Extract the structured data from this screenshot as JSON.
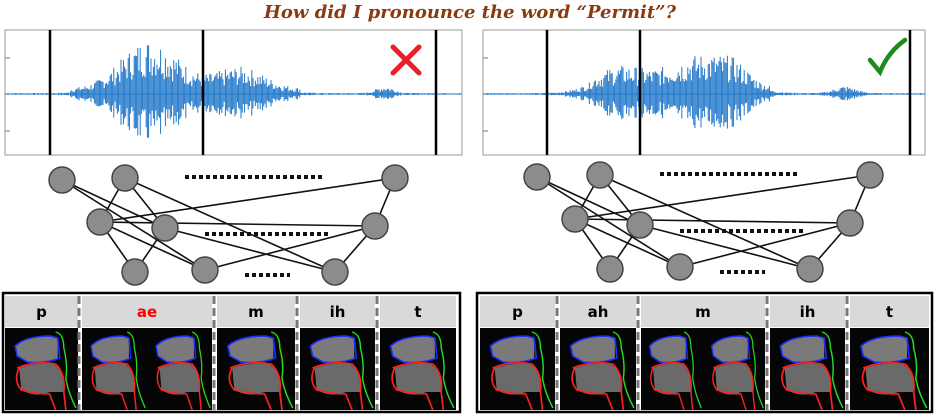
{
  "title": "How did I pronounce the word “Permit”?",
  "left": {
    "result_icon": "red-x-icon",
    "phonemes": [
      "p",
      "ae",
      "m",
      "ih",
      "t"
    ],
    "highlighted_phoneme": "ae"
  },
  "right": {
    "result_icon": "green-check-icon",
    "phonemes": [
      "p",
      "ah",
      "m",
      "ih",
      "t"
    ]
  },
  "colors": {
    "title": "#8B3A0E",
    "wave": "#1f77c9",
    "wrong": "#e8202a",
    "correct": "#1e8a1e",
    "highlight": "#ff0000"
  }
}
